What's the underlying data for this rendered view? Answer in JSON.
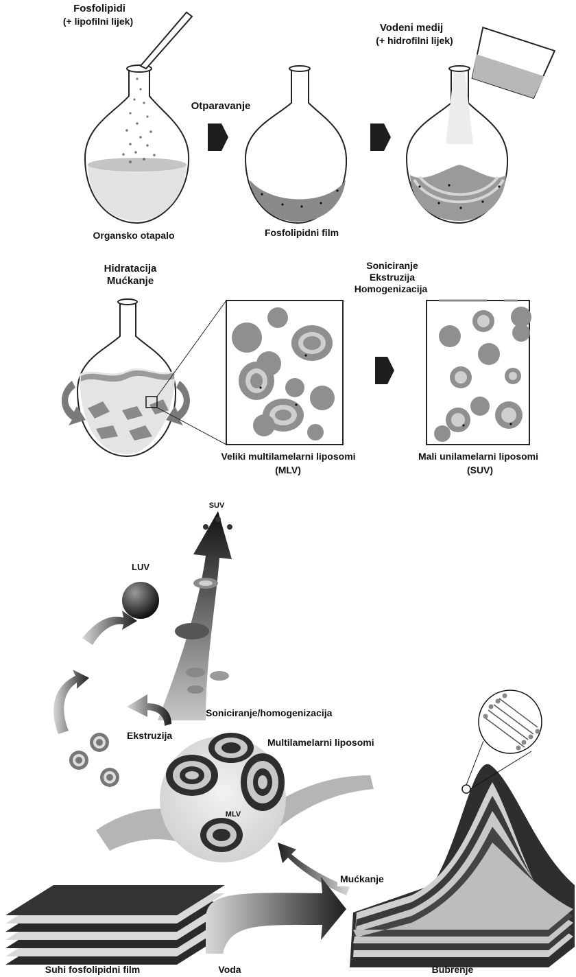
{
  "top_panel": {
    "flask1_label_line1": "Fosfolipidi",
    "flask1_label_line2": "(+ lipofilni lijek)",
    "step1_label": "Otparavanje",
    "flask3_label_line1": "Vodeni medij",
    "flask3_label_line2": "(+ hidrofilni lijek)",
    "flask1_caption": "Organsko otapalo",
    "flask2_caption": "Fosfolipidni film"
  },
  "middle_panel": {
    "hydration_line1": "Hidratacija",
    "hydration_line2": "Mućkanje",
    "process_line1": "Soniciranje",
    "process_line2": "Ekstruzija",
    "process_line3": "Homogenizacija",
    "mlv_caption_line1": "Veliki multilamelarni liposomi",
    "mlv_caption_line2": "(MLV)",
    "suv_caption_line1": "Mali unilamelarni liposomi",
    "suv_caption_line2": "(SUV)"
  },
  "bottom_panel": {
    "suv_label": "SUV",
    "luv_label": "LUV",
    "sonication_label": "Soniciranje/homogenizacija",
    "extrusion_label": "Ekstruzija",
    "multilamellar_label": "Multilamelarni liposomi",
    "mlv_label": "MLV",
    "shaking_label": "Mućkanje",
    "dry_film_label": "Suhi fosfolipidni film",
    "water_label": "Voda",
    "swelling_label": "Bubrenje"
  },
  "colors": {
    "lipid_gray": "#8a8a8a",
    "light_gray": "#cfcfcf",
    "dark": "#1a1a1a"
  }
}
